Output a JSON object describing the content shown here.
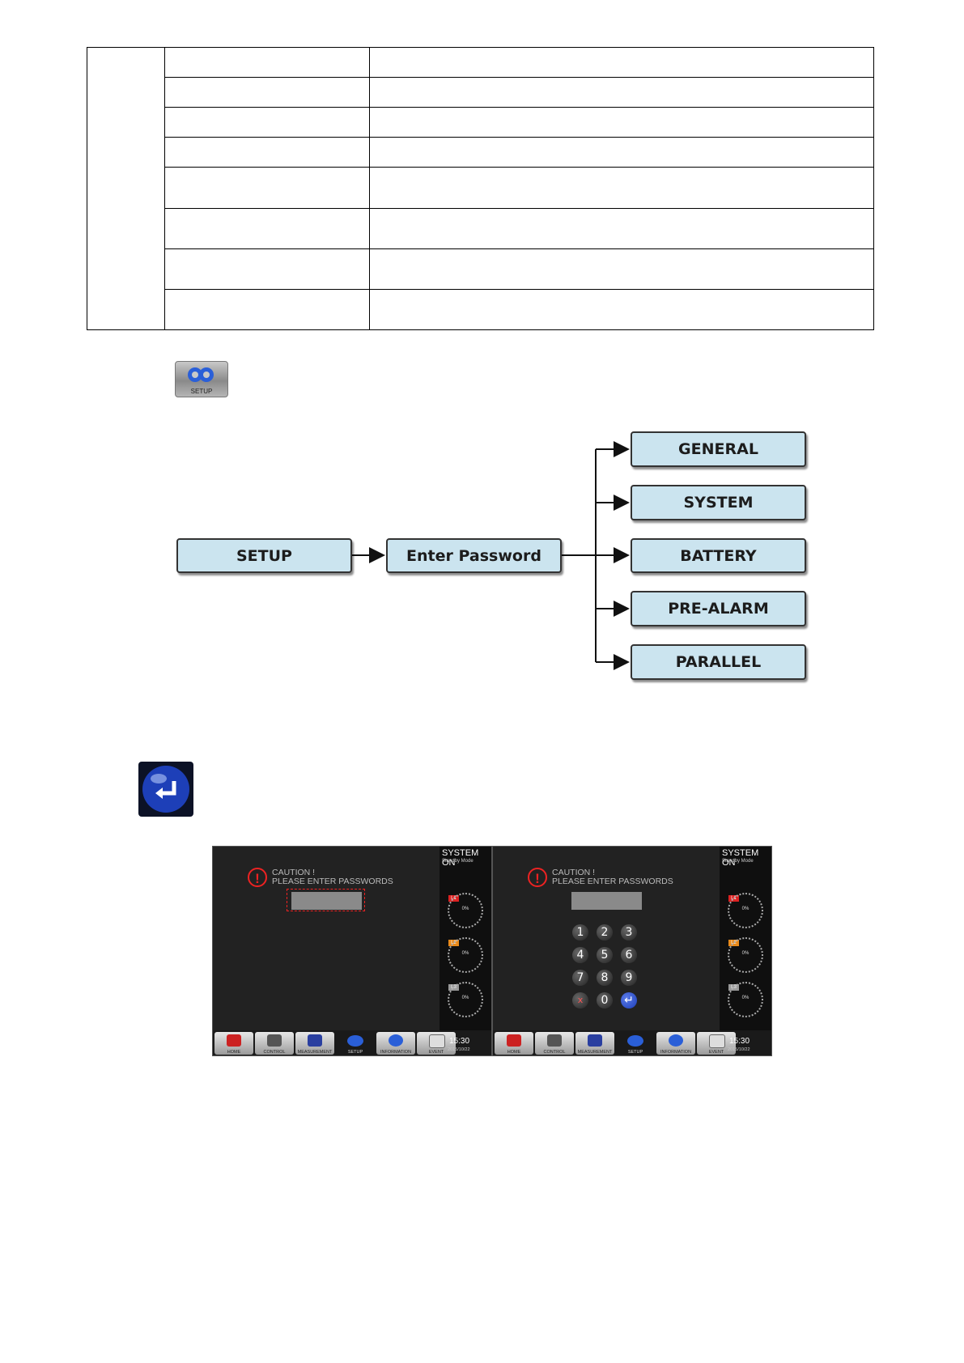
{
  "table": {
    "rows": [
      {
        "col2": "",
        "col3": ""
      },
      {
        "col2": "",
        "col3": ""
      },
      {
        "col2": "",
        "col3": ""
      },
      {
        "col2": "",
        "col3": ""
      },
      {
        "col2": "",
        "col3": ""
      },
      {
        "col2": "",
        "col3": ""
      },
      {
        "col2": "",
        "col3": ""
      },
      {
        "col2": "",
        "col3": ""
      }
    ]
  },
  "setup_icon": {
    "label": "SETUP"
  },
  "flow": {
    "start": "SETUP",
    "password": "Enter Password",
    "branches": [
      "GENERAL",
      "SYSTEM",
      "BATTERY",
      "PRE-ALARM",
      "PARALLEL"
    ]
  },
  "screens": {
    "status": "SYSTEM ON",
    "mode": "Standby Mode",
    "caution_line1": "CAUTION !",
    "caution_line2": "PLEASE ENTER PASSWORDS",
    "gauge_value": "0%",
    "gauge_tags": [
      "L1",
      "L2",
      "L3"
    ],
    "keypad": [
      "1",
      "2",
      "3",
      "4",
      "5",
      "6",
      "7",
      "8",
      "9",
      "x",
      "0",
      "↵"
    ],
    "nav": [
      "HOME",
      "CONTROL",
      "MEASUREMENT",
      "SETUP",
      "INFORMATION",
      "EVENT"
    ],
    "time": "15:30",
    "date": "2015/10/22"
  },
  "colors": {
    "flow_fill": "#cbe4ef",
    "caution": "#e22222",
    "setup_accent": "#2a5fd8"
  }
}
